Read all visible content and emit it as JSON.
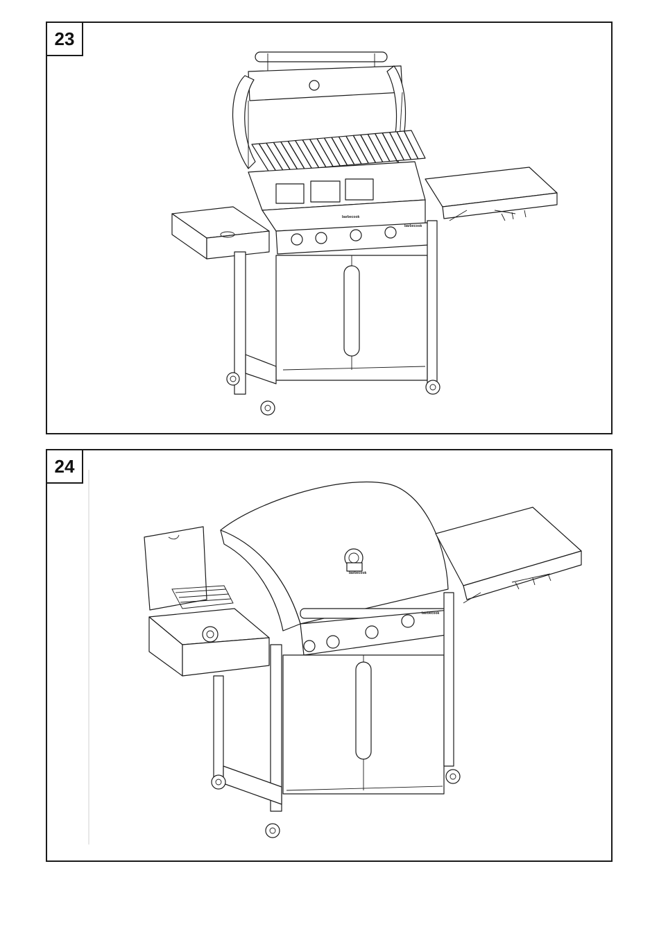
{
  "steps": [
    {
      "number": "23"
    },
    {
      "number": "24"
    }
  ],
  "illustrations": [
    {
      "subject": "gas-grill-lid-open",
      "brand_mark": "barbecook"
    },
    {
      "subject": "gas-grill-lid-closed-side-burner-open",
      "brand_mark": "barbecook"
    }
  ],
  "colors": {
    "line": "#1a1a1a",
    "background": "#ffffff"
  }
}
